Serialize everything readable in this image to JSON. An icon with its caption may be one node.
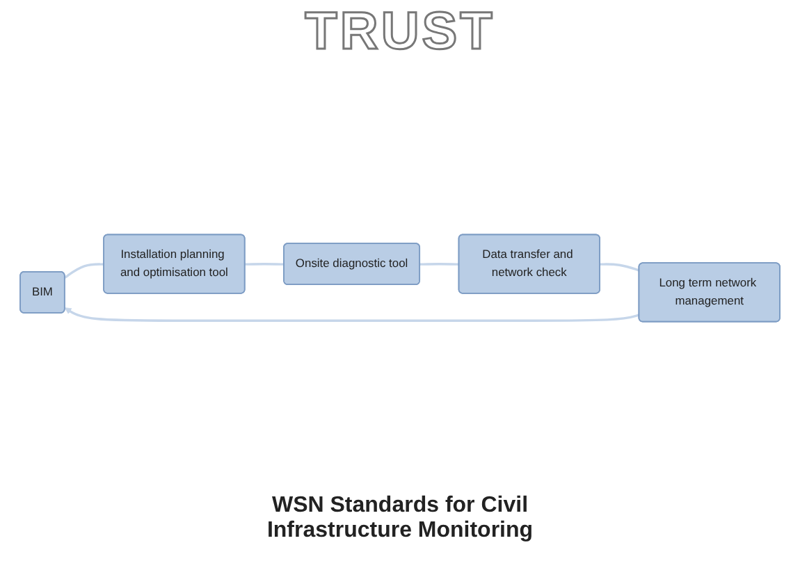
{
  "diagram": {
    "title": "TRUST",
    "nodes": [
      {
        "text": [
          "BIM"
        ]
      },
      {
        "text": [
          "Installation planning and optimisation tool"
        ]
      },
      {
        "text": [
          "Onsite diagnostic tool"
        ]
      },
      {
        "text": [
          "Data transfer and network check"
        ]
      },
      {
        "text": [
          "Long term network management"
        ]
      }
    ],
    "edges": [
      {
        "from": 0,
        "to": 1,
        "arrow": "none"
      },
      {
        "from": 1,
        "to": 2,
        "arrow": "none"
      },
      {
        "from": 2,
        "to": 3,
        "arrow": "none"
      },
      {
        "from": 3,
        "to": 4,
        "arrow": "none"
      },
      {
        "from": 4,
        "to": 0,
        "arrow": "to"
      }
    ],
    "labels": [
      "WSN Standards for Civil Infrastructure Monitoring"
    ]
  }
}
